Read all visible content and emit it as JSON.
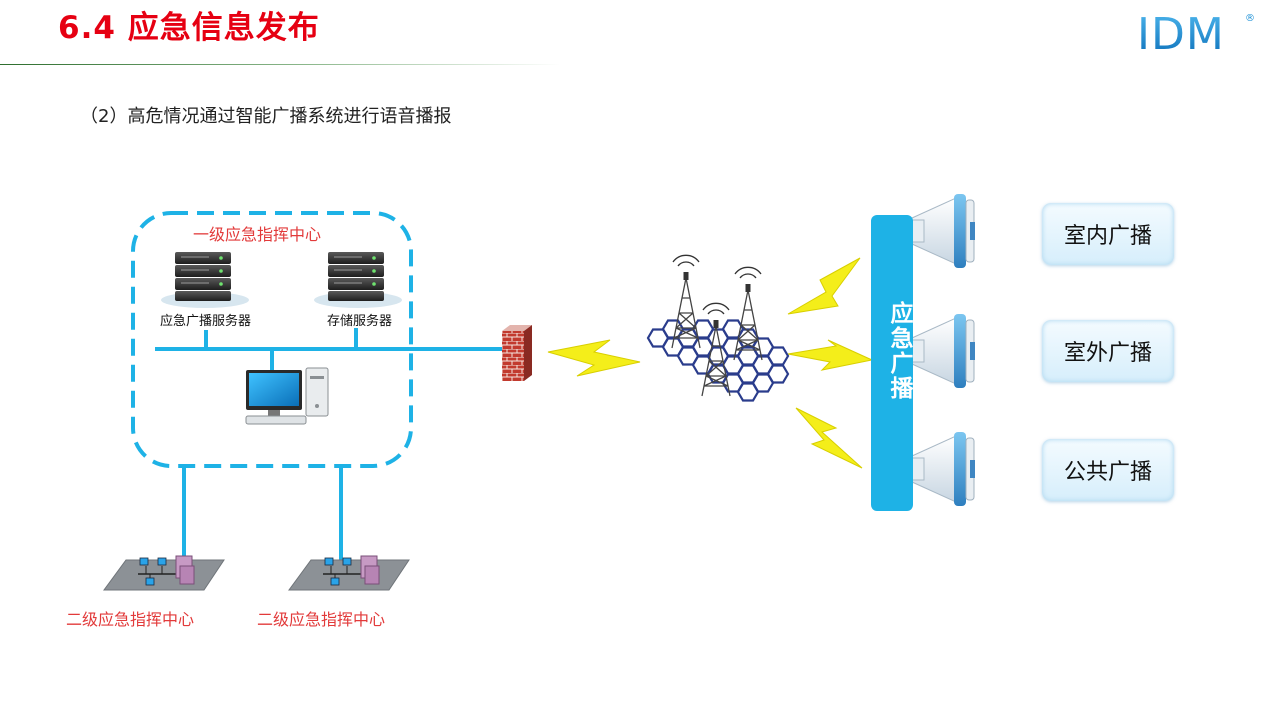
{
  "header": {
    "title": "6.4 应急信息发布",
    "logo_text": "IDM",
    "logo_mark": "®"
  },
  "subtitle": "（2）高危情况通过智能广播系统进行语音播报",
  "diagram": {
    "primary_center_label": "一级应急指挥中心",
    "servers": [
      {
        "label": "应急广播服务器",
        "icon": "server-stack-icon"
      },
      {
        "label": "存储服务器",
        "icon": "server-stack-icon"
      }
    ],
    "workstation_icon": "desktop-computer-icon",
    "firewall_icon": "firewall-brick-wall-icon",
    "network_icon": "cellular-tower-network-icon",
    "secondary_centers": [
      {
        "label": "二级应急指挥中心",
        "icon": "lan-network-icon"
      },
      {
        "label": "二级应急指挥中心",
        "icon": "lan-network-icon"
      }
    ],
    "broadcast_bar_label": "应急广播",
    "speaker_icon": "megaphone-icon",
    "broadcast_types": [
      {
        "label": "室内广播"
      },
      {
        "label": "室外广播"
      },
      {
        "label": "公共广播"
      }
    ],
    "colors": {
      "title_red": "#e60012",
      "network_blue": "#1eb2e6",
      "label_red": "#e23a3a",
      "lightning_yellow": "#f4ee1a",
      "logo_blue": "#1a8fd6"
    }
  }
}
